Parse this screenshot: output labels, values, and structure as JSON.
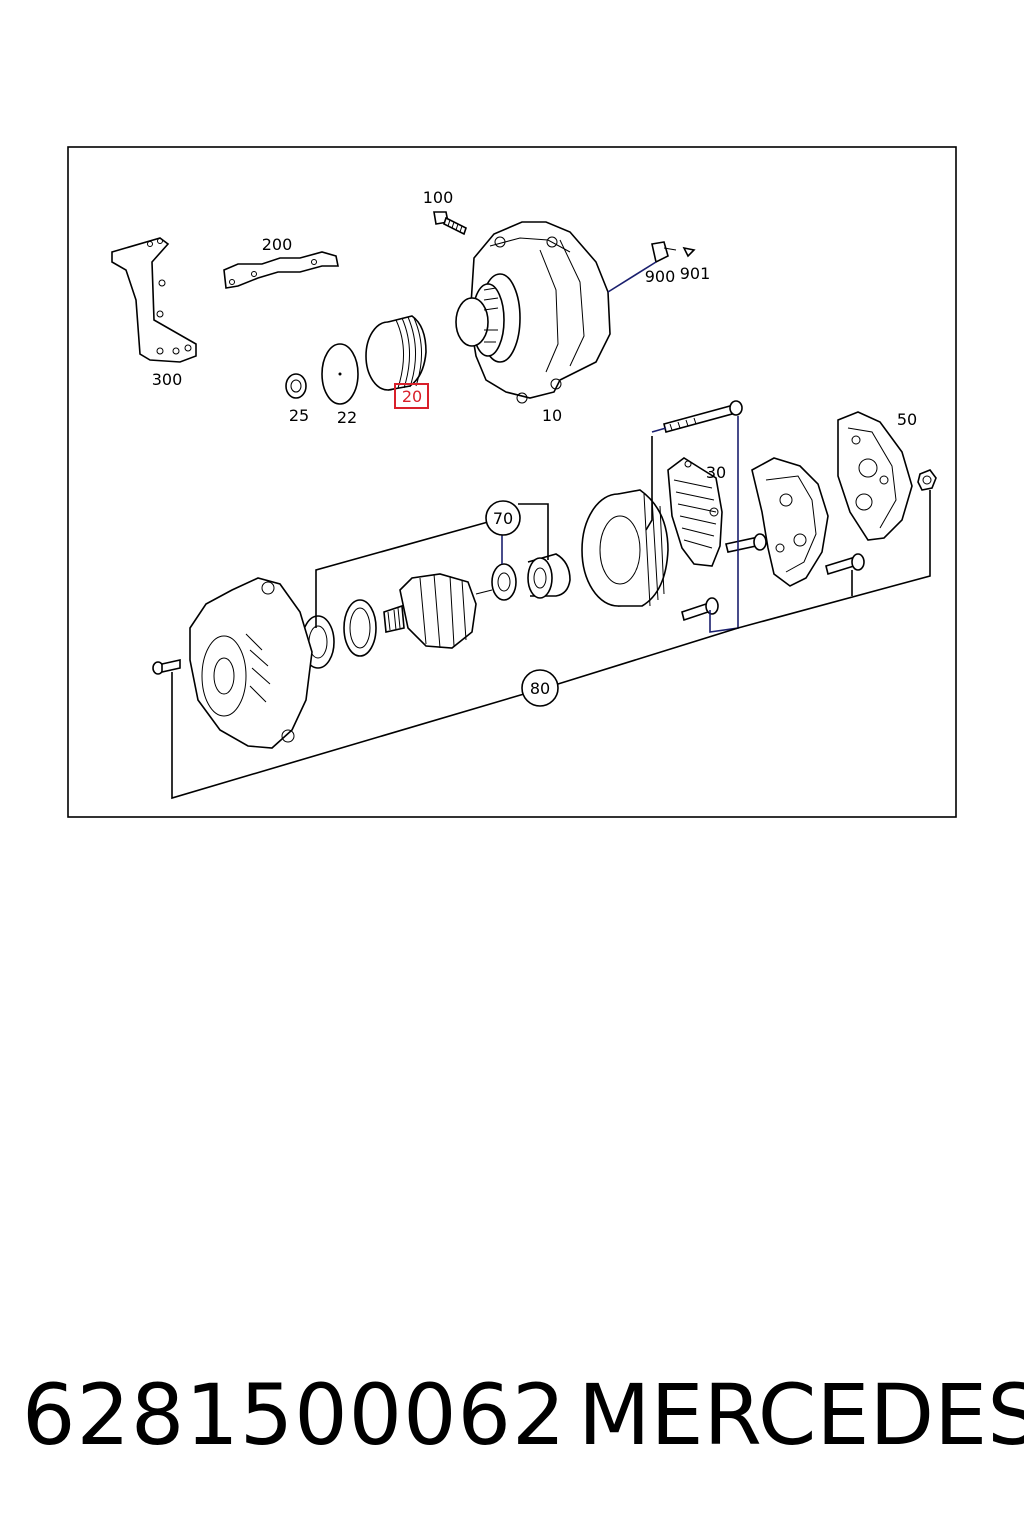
{
  "diagram": {
    "callouts": {
      "c100": "100",
      "c200": "200",
      "c300": "300",
      "c900": "900",
      "c901": "901",
      "c25": "25",
      "c22": "22",
      "c20": "20",
      "c10": "10",
      "c50": "50",
      "c30": "30",
      "c70": "70",
      "c80": "80"
    },
    "highlighted_callout": "20",
    "highlight_color": "#d9202a",
    "leader_color": "#1a1f6e"
  },
  "footer": {
    "part_number": "6281500062",
    "brand": "MERCEDES"
  }
}
